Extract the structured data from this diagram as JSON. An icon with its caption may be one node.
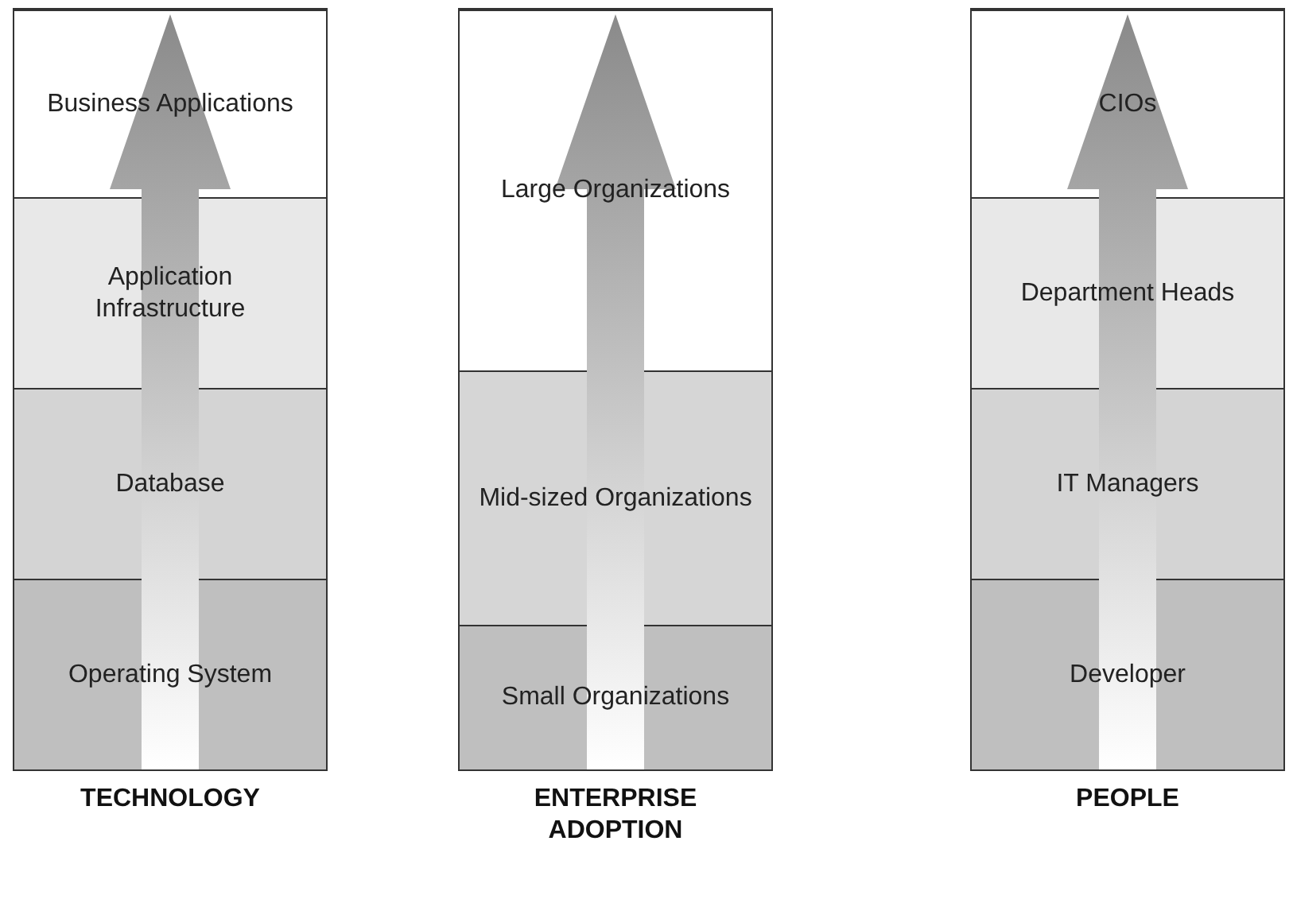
{
  "diagram": {
    "nodes": [
      {
        "text": [
          "TECHNOLOGY"
        ]
      },
      {
        "text": [
          "Business Applications"
        ],
        "in": 0
      },
      {
        "text": [
          "Application Infrastructure"
        ],
        "in": 0
      },
      {
        "text": [
          "Database"
        ],
        "in": 0
      },
      {
        "text": [
          "Operating System"
        ],
        "in": 0
      },
      {
        "text": [
          "ENTERPRISE ADOPTION"
        ]
      },
      {
        "text": [
          "Large Organizations"
        ],
        "in": 5
      },
      {
        "text": [
          "Mid-sized Organizations"
        ],
        "in": 5
      },
      {
        "text": [
          "Small Organizations"
        ],
        "in": 5
      },
      {
        "text": [
          "PEOPLE"
        ]
      },
      {
        "text": [
          "CIOs"
        ],
        "in": 9
      },
      {
        "text": [
          "Department Heads"
        ],
        "in": 9
      },
      {
        "text": [
          "IT Managers"
        ],
        "in": 9
      },
      {
        "text": [
          "Developer"
        ],
        "in": 9
      }
    ],
    "edges": [
      {
        "from": 4,
        "to": 1,
        "arrow": "to"
      },
      {
        "from": 8,
        "to": 6,
        "arrow": "to"
      },
      {
        "from": 13,
        "to": 10,
        "arrow": "to"
      }
    ]
  }
}
